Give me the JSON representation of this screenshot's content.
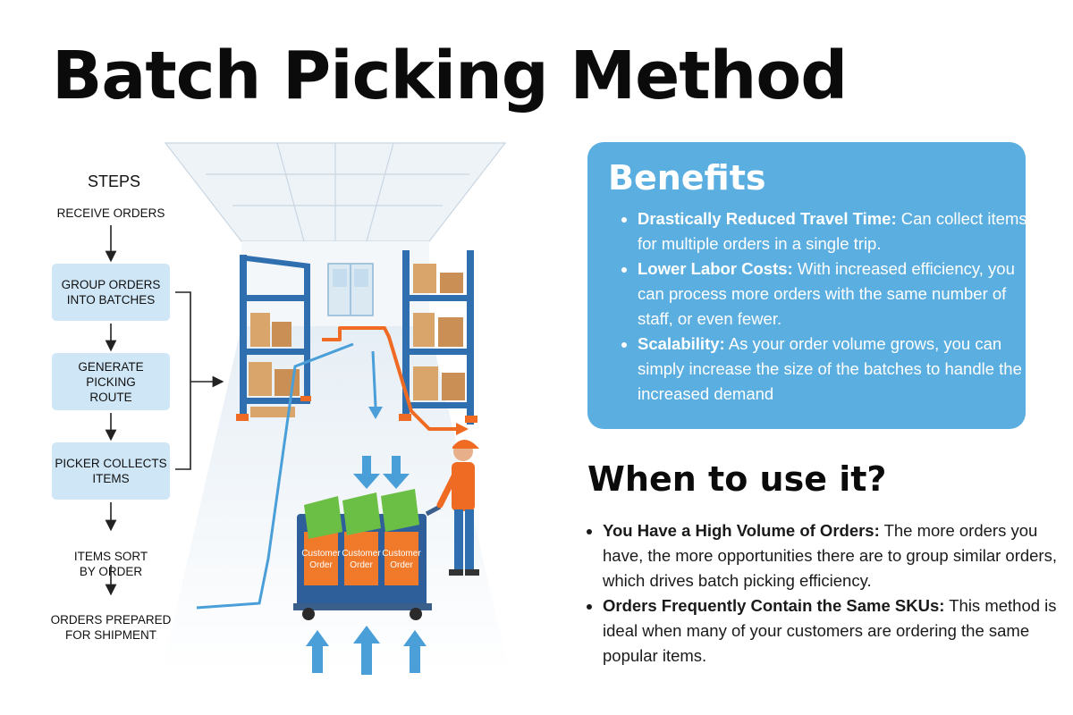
{
  "title": "Batch Picking Method",
  "steps": {
    "heading": "STEPS",
    "items": [
      {
        "label": "RECEIVE ORDERS",
        "boxed": false
      },
      {
        "label": "GROUP ORDERS\nINTO BATCHES",
        "boxed": true
      },
      {
        "label": "GENERATE PICKING\nROUTE",
        "boxed": true
      },
      {
        "label": "PICKER COLLECTS\nITEMS",
        "boxed": true
      },
      {
        "label": "ITEMS SORT\nBY ORDER",
        "boxed": false
      },
      {
        "label": "ORDERS PREPARED\nFOR SHIPMENT",
        "boxed": false
      }
    ]
  },
  "benefits": {
    "heading": "Benefits",
    "items": [
      {
        "bold": "Drastically Reduced Travel Time:",
        "text": " Can collect items for multiple orders in a single trip."
      },
      {
        "bold": "Lower Labor Costs:",
        "text": " With increased efficiency, you can process more orders with the same number of staff, or even fewer."
      },
      {
        "bold": "Scalability:",
        "text": " As your order volume grows, you can simply increase the size of the batches to handle the increased demand"
      }
    ]
  },
  "when_to_use": {
    "heading": "When to use it?",
    "items": [
      {
        "bold": "You Have a High Volume of Orders:",
        "text": " The more orders you have, the more opportunities there are to group similar orders, which drives batch picking efficiency."
      },
      {
        "bold": "Orders Frequently Contain the Same SKUs:",
        "text": " This method is ideal when many of your customers are ordering the same popular items."
      }
    ]
  },
  "illustration": {
    "cart_box_labels": [
      "Customer\nOrder",
      "Customer\nOrder",
      "Customer\nOrder"
    ]
  },
  "colors": {
    "benefits_bg": "#5aaee0",
    "step_box": "#cfe6f6",
    "rack_blue": "#2f6fb0",
    "route_orange": "#ef6a22",
    "arrow_blue": "#4a9fd8",
    "order_orange": "#f07a2a",
    "bin_green": "#6cbf45"
  }
}
